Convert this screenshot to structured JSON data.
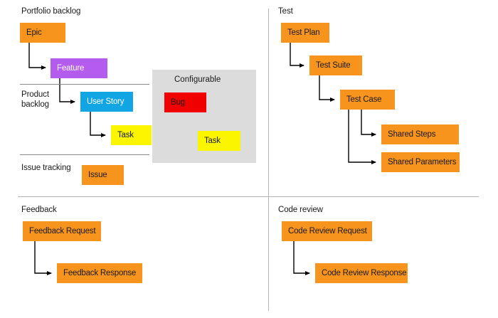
{
  "diagram": {
    "title_hidden": "",
    "colors": {
      "orange": "#f7941e",
      "purple": "#b45ced",
      "blue": "#12a5e3",
      "yellow": "#fbf500",
      "red": "#f20000",
      "panel_gray": "#dcdcdc",
      "divider": "#b0b0b0",
      "rule": "#8a8a8a",
      "connector": "#000000"
    },
    "quadrants": [
      {
        "id": "agile",
        "caption": "Portfolio backlog"
      },
      {
        "id": "test",
        "caption": "Test"
      },
      {
        "id": "feedback",
        "caption": "Feedback"
      },
      {
        "id": "code-review",
        "caption": "Code review"
      }
    ],
    "captions": {
      "portfolio_backlog": "Portfolio backlog",
      "product_backlog": "Product\nbacklog",
      "issue_tracking": "Issue tracking",
      "test": "Test",
      "feedback": "Feedback",
      "code_review": "Code review",
      "configurable": "Configurable"
    },
    "nodes": {
      "epic": "Epic",
      "feature": "Feature",
      "user_story": "User Story",
      "task": "Task",
      "issue": "Issue",
      "bug": "Bug",
      "configurable_task": "Task",
      "test_plan": "Test Plan",
      "test_suite": "Test Suite",
      "test_case": "Test Case",
      "shared_steps": "Shared Steps",
      "shared_parameters": "Shared Parameters",
      "feedback_request": "Feedback Request",
      "feedback_response": "Feedback Response",
      "code_review_request": "Code Review Request",
      "code_review_response": "Code Review Response"
    },
    "relationships": [
      {
        "from": "Epic",
        "to": "Feature",
        "style": "solid"
      },
      {
        "from": "Feature",
        "to": "User Story",
        "style": "solid"
      },
      {
        "from": "User Story",
        "to": "Task",
        "style": "solid"
      },
      {
        "from": "Bug",
        "to": "Task",
        "style": "dashed"
      },
      {
        "from": "Test Plan",
        "to": "Test Suite",
        "style": "solid"
      },
      {
        "from": "Test Suite",
        "to": "Test Case",
        "style": "solid"
      },
      {
        "from": "Test Case",
        "to": "Shared Steps",
        "style": "solid"
      },
      {
        "from": "Test Case",
        "to": "Shared Parameters",
        "style": "solid"
      },
      {
        "from": "Feedback Request",
        "to": "Feedback Response",
        "style": "solid"
      },
      {
        "from": "Code Review Request",
        "to": "Code Review Response",
        "style": "solid"
      }
    ]
  }
}
